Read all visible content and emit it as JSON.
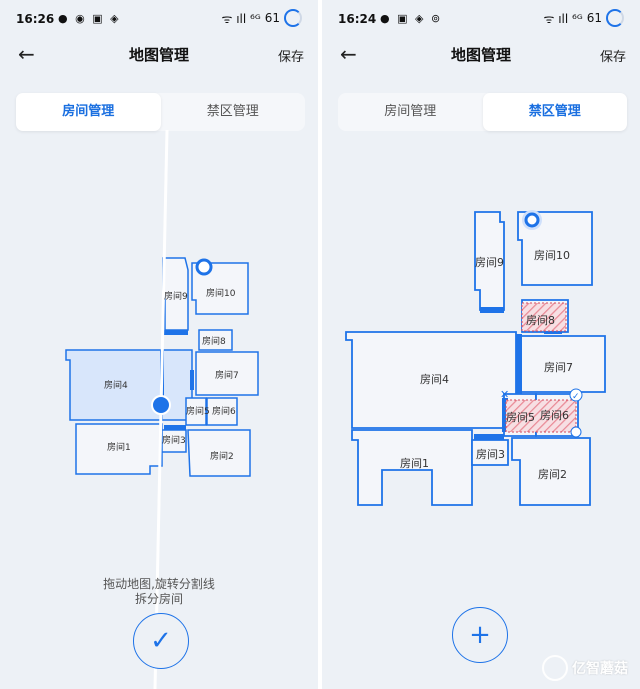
{
  "left": {
    "status": {
      "time": "16:26",
      "icons": "● ◉ ▣ ◈",
      "signal": "ᯤ ıll ⁶ᴳ",
      "battery": "61"
    },
    "header": {
      "back": "←",
      "title": "地图管理",
      "save": "保存"
    },
    "tabs": [
      {
        "label": "房间管理",
        "active": true
      },
      {
        "label": "禁区管理",
        "active": false
      }
    ],
    "rooms": {
      "r1": "房间1",
      "r2": "房间2",
      "r3": "房间3",
      "r4": "房间4",
      "r5": "房间5",
      "r6": "房间6",
      "r7": "房间7",
      "r8": "房间8",
      "r9": "房间9",
      "r10": "房间10"
    },
    "hint": {
      "line1": "拖动地图,旋转分割线",
      "line2": "拆分房间"
    },
    "confirm": "✓"
  },
  "right": {
    "status": {
      "time": "16:24",
      "icons": "● ▣ ◈ ⊚",
      "signal": "ᯤ ıll ⁶ᴳ",
      "battery": "61"
    },
    "header": {
      "back": "←",
      "title": "地图管理",
      "save": "保存"
    },
    "tabs": [
      {
        "label": "房间管理",
        "active": false
      },
      {
        "label": "禁区管理",
        "active": true
      }
    ],
    "rooms": {
      "r1": "房间1",
      "r2": "房间2",
      "r3": "房间3",
      "r4": "房间4",
      "r5": "房间5",
      "r6": "房间6",
      "r7": "房间7",
      "r8": "房间8",
      "r9": "房间9",
      "r10": "房间10"
    },
    "add": "+",
    "zone_close": "✕",
    "zone_ok": "✓"
  },
  "watermark": "亿智蘑菇",
  "colors": {
    "accent": "#1e73e8",
    "wall": "#1e73e8",
    "floor": "#f4f6fa",
    "selected": "#d8e6fb",
    "zone": "#e05a6a"
  }
}
